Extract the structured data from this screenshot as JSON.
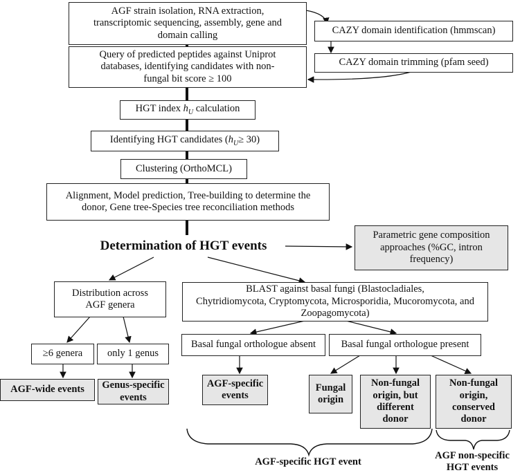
{
  "nodes": {
    "strain_isolation": "AGF strain isolation, RNA extraction,\ntranscriptomic sequencing, assembly, gene and\ndomain calling",
    "cazy_identification": "CAZY domain identification (hmmscan)",
    "cazy_trimming": "CAZY domain trimming (pfam seed)",
    "query_peptides": "Query of predicted peptides against Uniprot\ndatabases, identifying candidates with non-\nfungal bit score ≥ 100",
    "hgt_index_prefix": "HGT index ",
    "hgt_index_suffix": " calculation",
    "h_u_symbol": "h",
    "h_u_sub": "U",
    "identify_prefix": "Identifying HGT candidates (",
    "identify_suffix": "≥ 30)",
    "clustering": "Clustering (OrthoMCL)",
    "alignment": "Alignment, Model prediction, Tree-building to determine the\ndonor, Gene tree-Species tree reconciliation methods",
    "determination": "Determination of HGT events",
    "parametric": "Parametric gene composition\napproaches (%GC, intron\nfrequency)",
    "distribution": "Distribution across\nAGF genera",
    "blast": "BLAST against basal fungi (Blastocladiales,\nChytridiomycota, Cryptomycota, Microsporidia, Mucoromycota, and\nZoopagomycota)",
    "six_genera": "≥6 genera",
    "one_genus": "only 1 genus",
    "orthologue_absent": "Basal fungal orthologue absent",
    "orthologue_present": "Basal fungal orthologue present",
    "agf_wide": "AGF-wide events",
    "genus_specific": "Genus-specific\nevents",
    "agf_specific_events": "AGF-specific\nevents",
    "fungal_origin": "Fungal\norigin",
    "nonfungal_different": "Non-fungal\norigin, but\ndifferent\ndonor",
    "nonfungal_conserved": "Non-fungal\norigin,\nconserved\ndonor"
  },
  "brace_labels": {
    "agf_specific_hgt": "AGF-specific HGT event",
    "agf_nonspecific_hgt": "AGF non-specific\nHGT events"
  }
}
